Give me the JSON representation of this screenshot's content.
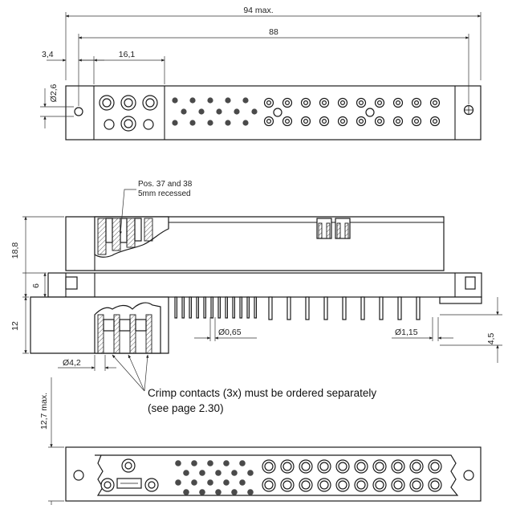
{
  "top_view": {
    "dims": {
      "overall": "94 max.",
      "pitch": "88",
      "edge_offset": "3,4",
      "coax_block": "16,1",
      "hole_dia": "Ø2,6"
    }
  },
  "side_view": {
    "note_line1": "Pos. 37 and 38",
    "note_line2": "5mm recessed",
    "dims": {
      "height_upper": "18,8",
      "flange": "6",
      "height_lower": "12",
      "contact_dia": "Ø4,2",
      "pin_dia": "Ø0,65",
      "pin_dia2": "Ø1,15",
      "pin_offset": "4,5"
    },
    "crimp_note_line1": "Crimp contacts (3x) must be ordered separately",
    "crimp_note_line2": "(see page 2.30)"
  },
  "bottom_view": {
    "dims": {
      "height": "12,7 max."
    }
  }
}
